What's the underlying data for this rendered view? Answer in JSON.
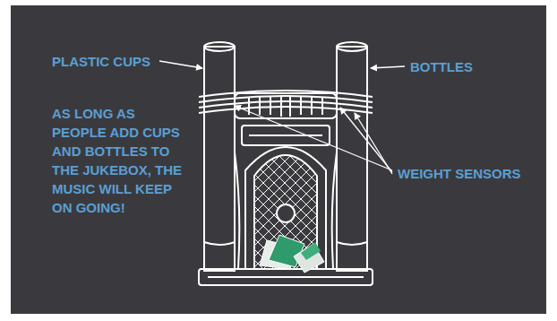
{
  "diagram": {
    "labels": [
      "PLASTIC CUPS",
      "BOTTLES",
      "AS LONG AS PEOPLE ADD CUPS AND BOTTLES TO THE JUKEBOX, THE MUSIC WILL KEEP ON GOING!",
      "WEIGHT SENSORS"
    ]
  }
}
